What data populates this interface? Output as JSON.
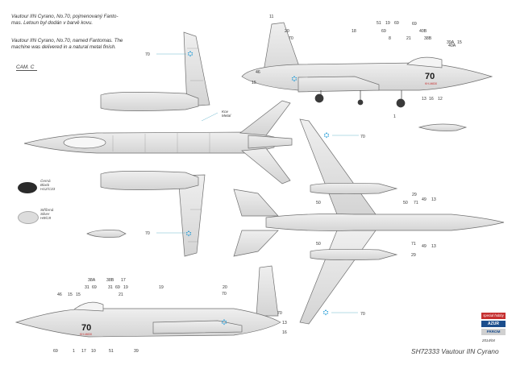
{
  "captions": {
    "cz_line1": "Vautour IIN Cyrano,  No.70,  pojmenovaný  Fanto-",
    "cz_line2": "mas. Letoun byl dodán v barvě kovu.",
    "en_line1": "Vautour IIN Cyrano, No.70, named Fantomas. The",
    "en_line2": "machine was delivered in a natural metal finish."
  },
  "camo_label": "CAM. C",
  "kov_label": {
    "line1": "Kov",
    "line2": "Metal"
  },
  "swatches": [
    {
      "line1": "Černá",
      "line2": "Black",
      "line3": "H12/C33",
      "color": "#2b2b2b"
    },
    {
      "line1": "Stříbrná",
      "line2": "Silver",
      "line3": "H8/C8",
      "color": "#dcdcdc"
    }
  ],
  "aircraft": {
    "number": "70",
    "serial": "KH-M830",
    "metal_color": "#e3e3e3",
    "roundel_color": "#1f9ad6"
  },
  "callouts": {
    "top_view": [
      "70",
      "70"
    ],
    "side_upper": [
      "11",
      "20",
      "70",
      "18",
      "19",
      "69",
      "69",
      "8",
      "21",
      "40B",
      "38B",
      "40A",
      "39A",
      "15",
      "46",
      "15",
      "13",
      "16",
      "12",
      "1",
      "69",
      "51"
    ],
    "underside": [
      "70",
      "50",
      "71",
      "29",
      "49",
      "13",
      "50",
      "50",
      "71",
      "49",
      "13",
      "29",
      "70"
    ],
    "side_lower": [
      "38A",
      "38B",
      "31",
      "69",
      "31",
      "69",
      "17",
      "15",
      "21",
      "19",
      "19",
      "20",
      "70",
      "46",
      "15",
      "70",
      "13",
      "16",
      "69",
      "1",
      "17",
      "10",
      "51",
      "39"
    ]
  },
  "footer": {
    "product_code": "SH72333 Vautour IIN Cyrano",
    "small_code": "2014/04"
  },
  "logos": {
    "special_hobby": "special hobby",
    "azur": "AZUR",
    "frrom": "FRROM"
  }
}
